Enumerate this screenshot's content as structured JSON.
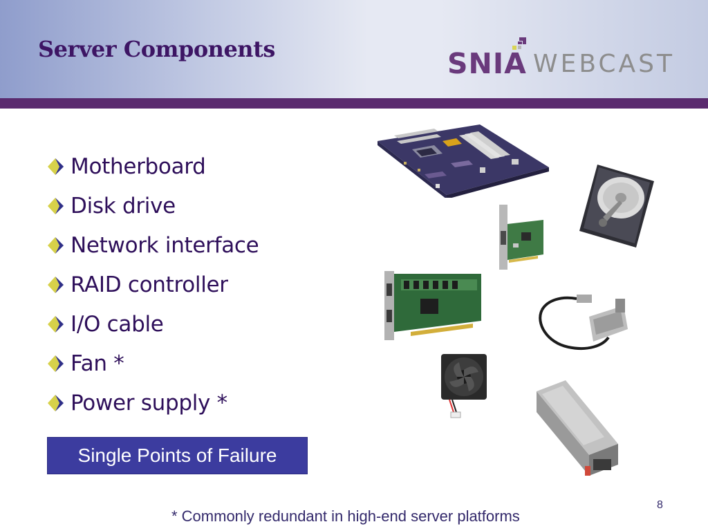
{
  "slide": {
    "title": "Server Components",
    "page_number": "8"
  },
  "logo": {
    "brand": "SNIA",
    "product": "WEBCAST"
  },
  "bullets": [
    {
      "label": "Motherboard"
    },
    {
      "label": "Disk drive"
    },
    {
      "label": "Network interface"
    },
    {
      "label": "RAID controller"
    },
    {
      "label": "I/O cable"
    },
    {
      "label": "Fan *"
    },
    {
      "label": "Power supply *"
    }
  ],
  "callout": {
    "label": "Single Points of Failure"
  },
  "footnote": {
    "text": "* Commonly redundant in high-end server platforms"
  },
  "colors": {
    "title": "#3d1564",
    "header_rule": "#5a2a6e",
    "bullet_text": "#2e0f5a",
    "callout_bg": "#3c3c9f"
  },
  "images": [
    {
      "icon": "motherboard-icon"
    },
    {
      "icon": "hard-disk-icon"
    },
    {
      "icon": "network-card-icon"
    },
    {
      "icon": "raid-controller-icon"
    },
    {
      "icon": "io-cable-icon"
    },
    {
      "icon": "fan-icon"
    },
    {
      "icon": "power-supply-icon"
    }
  ]
}
